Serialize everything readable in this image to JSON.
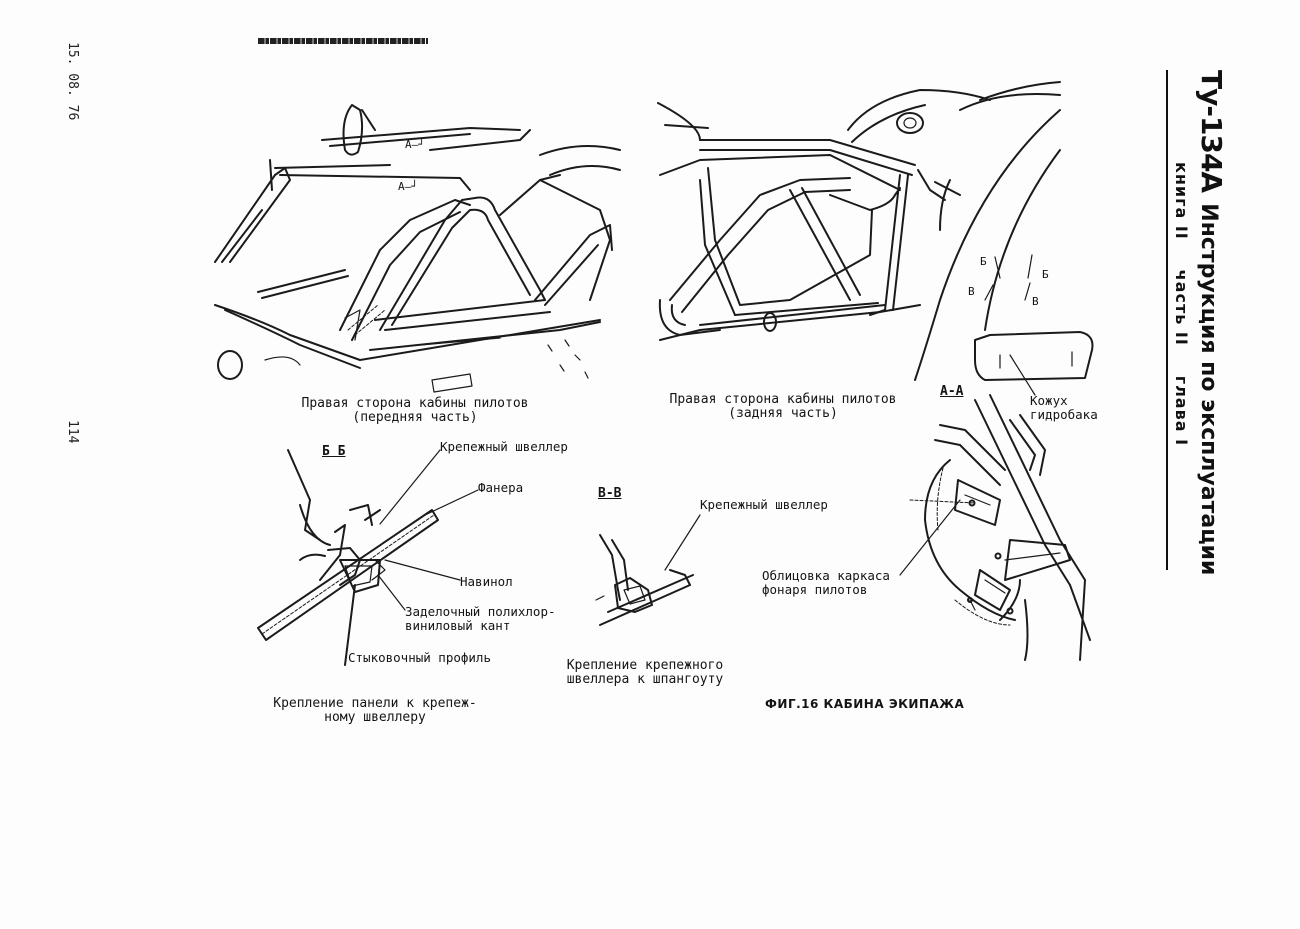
{
  "header": {
    "doc_code": "Ту-134А",
    "title": "Инструкция по эксплуатации",
    "book": "книга II",
    "part": "часть II",
    "chapter": "глава I"
  },
  "margin": {
    "date": "15. 08. 76",
    "page_number": "114"
  },
  "top_left_figure": {
    "section_marks": [
      "А—┘",
      "А—┘"
    ],
    "caption_line1": "Правая сторона кабины пилотов",
    "caption_line2": "(передняя часть)"
  },
  "top_right_figure": {
    "caption_line1": "Правая сторона кабины пилотов",
    "caption_line2": "(задняя часть)",
    "marks": [
      "Б",
      "Б",
      "В",
      "В"
    ],
    "hood_label_line1": "Кожух",
    "hood_label_line2": "гидробака"
  },
  "section_bb": {
    "title": "Б Б",
    "label_channel": "Крепежный швеллер",
    "label_plywood": "Фанера",
    "label_navinol": "Навинол",
    "label_edge_line1": "Заделочный полихлор-",
    "label_edge_line2": "виниловый кант",
    "label_profile": "Стыковочный профиль",
    "caption_line1": "Крепление панели к крепеж-",
    "caption_line2": "ному швеллеру"
  },
  "section_vv": {
    "title": "В-В",
    "label_channel": "Крепежный швеллер",
    "caption_line1": "Крепление крепежного",
    "caption_line2": "швеллера к шпангоуту"
  },
  "section_aa": {
    "title": "А-А",
    "label_line1": "Облицовка каркаса",
    "label_line2": "фонаря пилотов"
  },
  "figure_caption": "ФИГ.16 КАБИНА ЭКИПАЖА"
}
